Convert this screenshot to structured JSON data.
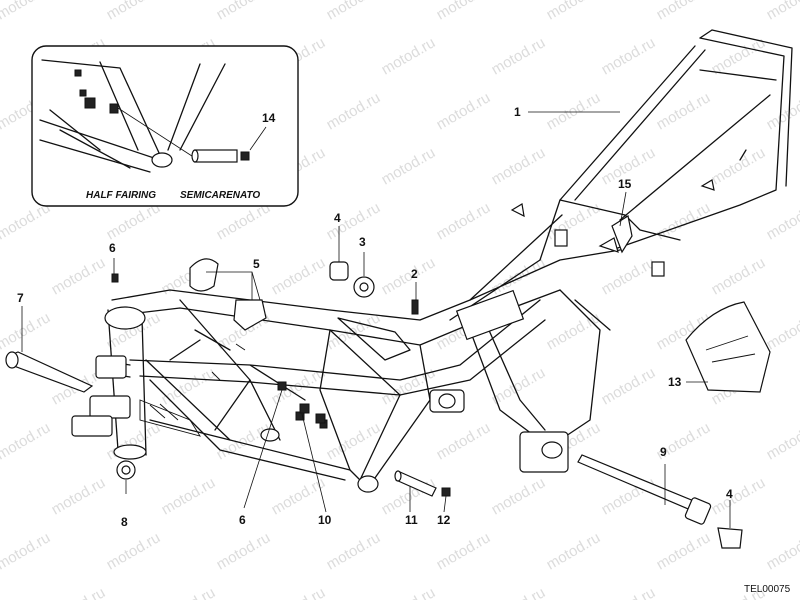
{
  "watermark": "motod.ru",
  "inset_caption_en": "HALF FAIRING",
  "inset_caption_it": "SEMICARENATO",
  "drawing_code": "TEL00075",
  "callouts": {
    "c1": "1",
    "c2": "2",
    "c3": "3",
    "c4a": "4",
    "c4b": "4",
    "c5": "5",
    "c6a": "6",
    "c6b": "6",
    "c7": "7",
    "c8": "8",
    "c9": "9",
    "c10": "10",
    "c11": "11",
    "c12": "12",
    "c13": "13",
    "c14": "14",
    "c15": "15"
  }
}
